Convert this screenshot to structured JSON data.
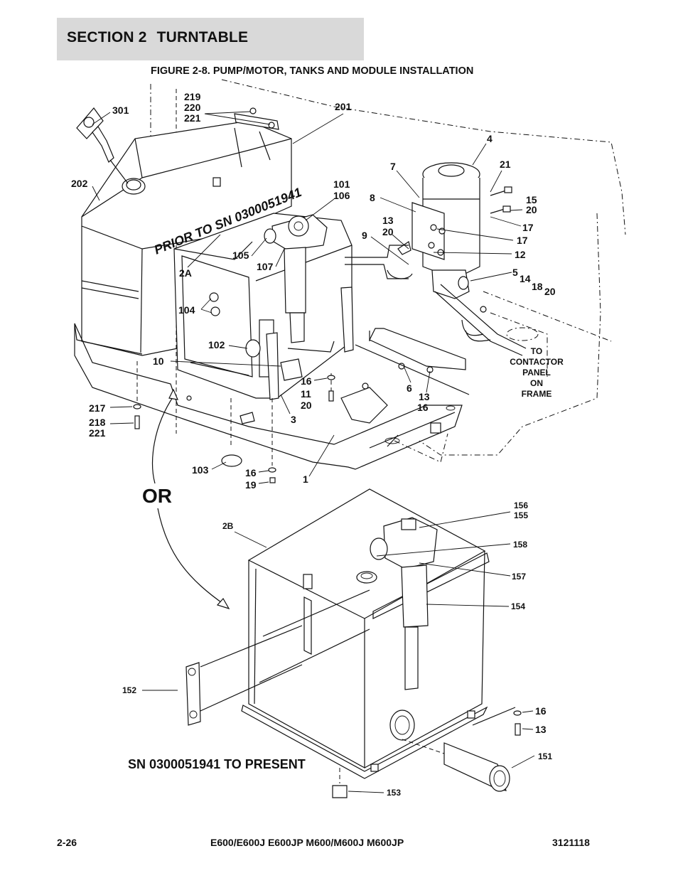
{
  "header": {
    "section": "SECTION 2",
    "title": "TURNTABLE"
  },
  "figure": {
    "number": "FIGURE 2-8.",
    "caption": "PUMP/MOTOR, TANKS AND MODULE INSTALLATION"
  },
  "drawing": {
    "banner_text": "PRIOR TO SN 0300051941",
    "or_text": "OR",
    "lower_caption": "SN 0300051941 TO PRESENT",
    "note_lines": [
      "TO",
      "CONTACTOR",
      "PANEL",
      "ON",
      "FRAME"
    ],
    "labels": {
      "l219": "219",
      "l220": "220",
      "l221a": "221",
      "l201": "201",
      "l301": "301",
      "l202": "202",
      "l4": "4",
      "l7": "7",
      "l21": "21",
      "l8": "8",
      "l101": "101",
      "l106": "106",
      "l15": "15",
      "l20a": "20",
      "l13a": "13",
      "l20b": "20",
      "l17a": "17",
      "l9": "9",
      "l17b": "17",
      "l105": "105",
      "l107": "107",
      "l12": "12",
      "l2A": "2A",
      "l5": "5",
      "l14": "14",
      "l18": "18",
      "l20c": "20",
      "l104": "104",
      "l102": "102",
      "l10": "10",
      "l16a": "16",
      "l11": "11",
      "l20d": "20",
      "l6": "6",
      "l13b": "13",
      "l16b": "16",
      "l217": "217",
      "l218": "218",
      "l221b": "221",
      "l3": "3",
      "l103": "103",
      "l16c": "16",
      "l19": "19",
      "l1": "1",
      "l156": "156",
      "l155": "155",
      "l2B": "2B",
      "l158": "158",
      "l157": "157",
      "l154": "154",
      "l152": "152",
      "l16d": "16",
      "l13c": "13",
      "l151": "151",
      "l153": "153"
    }
  },
  "footer": {
    "page": "2-26",
    "models": "E600/E600J E600JP M600/M600J M600JP",
    "doc_number": "3121118"
  }
}
